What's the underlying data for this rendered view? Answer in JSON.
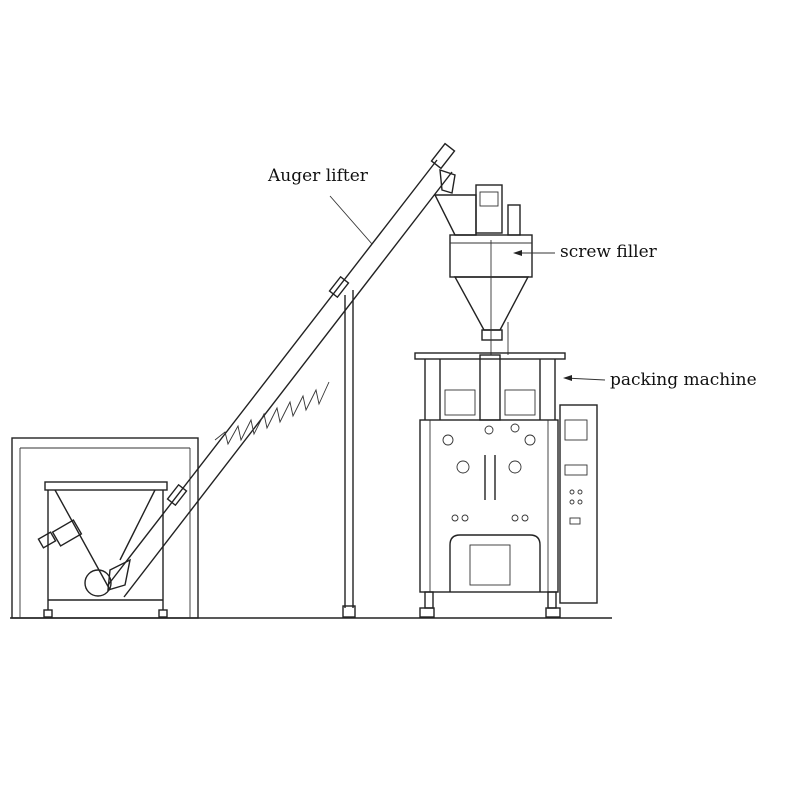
{
  "labels": {
    "auger_lifter": "Auger lifter",
    "screw_filler": "screw filler",
    "packing_machine": "packing machine"
  },
  "colors": {
    "line": "#222222",
    "background": "#ffffff"
  }
}
